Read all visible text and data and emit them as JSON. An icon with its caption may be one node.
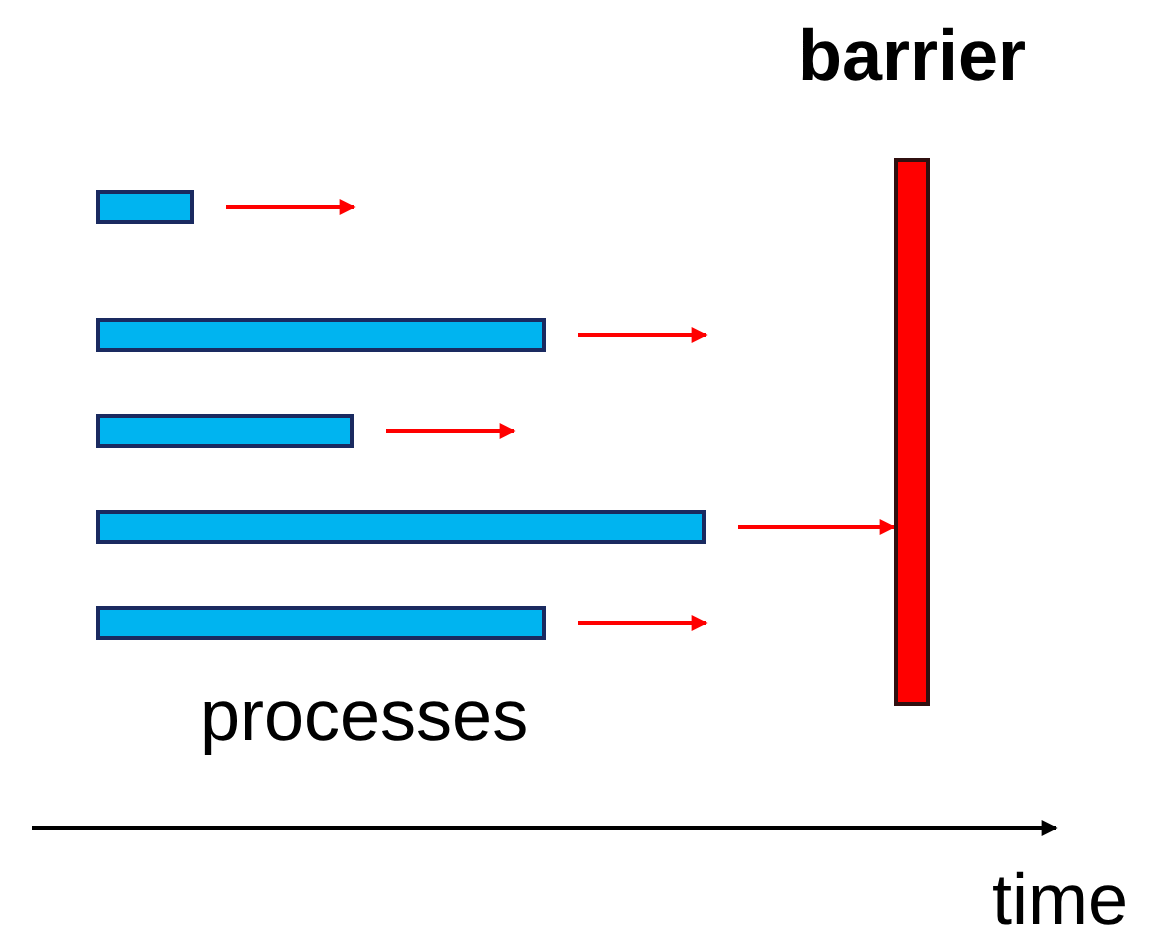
{
  "diagram": {
    "nodes": [
      {
        "text": [],
        "shape": "bar"
      },
      {
        "text": [],
        "shape": "bar"
      },
      {
        "text": [],
        "shape": "bar"
      },
      {
        "text": [],
        "shape": "bar"
      },
      {
        "text": [],
        "shape": "bar"
      },
      {
        "text": [
          "barrier"
        ]
      }
    ],
    "edges": [
      {
        "from": 0,
        "to": null,
        "arrow": "to"
      },
      {
        "from": 1,
        "to": null,
        "arrow": "to"
      },
      {
        "from": 2,
        "to": null,
        "arrow": "to"
      },
      {
        "from": 3,
        "to": 5,
        "arrow": "to"
      },
      {
        "from": 4,
        "to": null,
        "arrow": "to"
      }
    ],
    "labels": [
      "processes",
      "time"
    ]
  }
}
